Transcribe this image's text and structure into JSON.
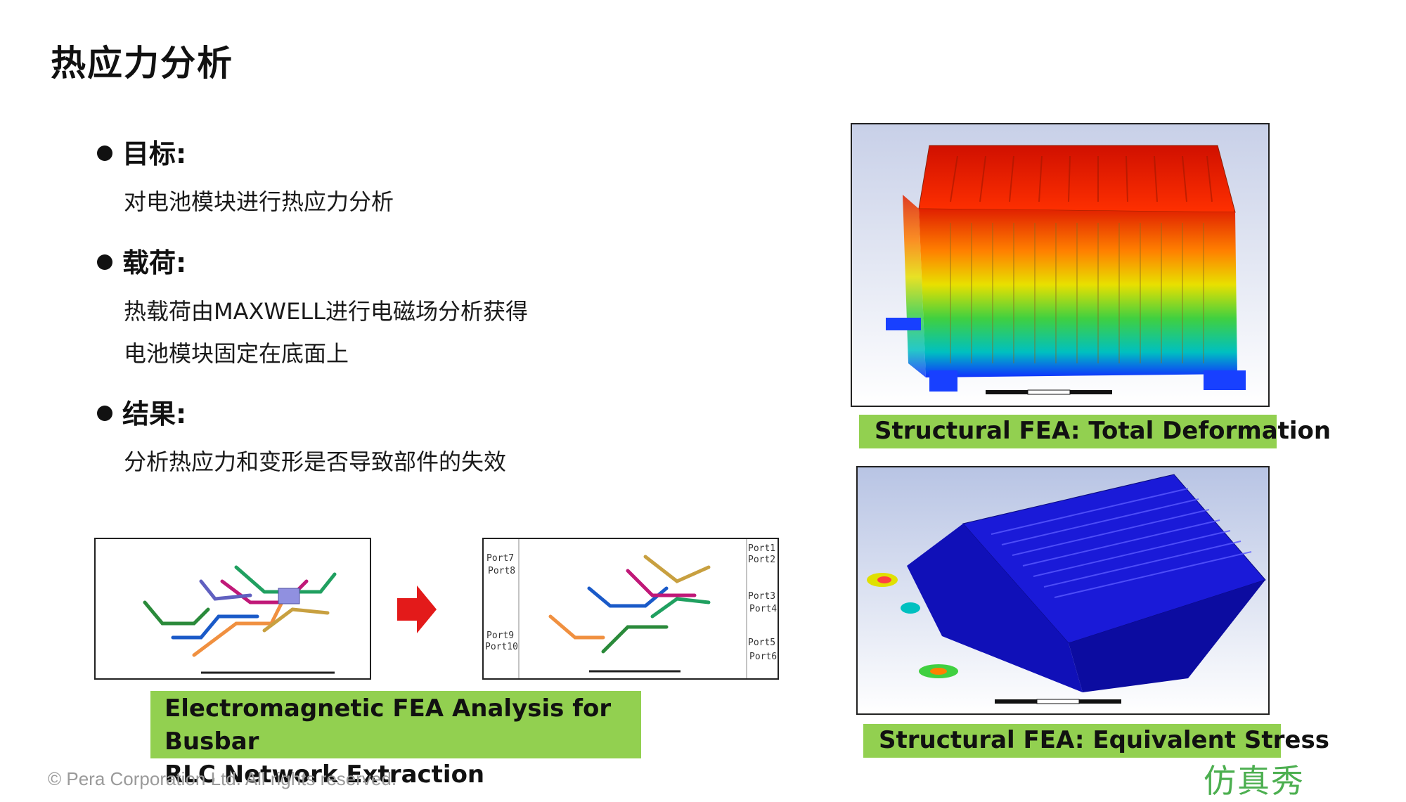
{
  "title": "热应力分析",
  "sections": [
    {
      "heading": "目标:",
      "lines": [
        "对电池模块进行热应力分析"
      ]
    },
    {
      "heading": "载荷:",
      "lines": [
        "热载荷由MAXWELL进行电磁场分析获得",
        "电池模块固定在底面上"
      ]
    },
    {
      "heading": "结果:",
      "lines": [
        "分析热应力和变形是否导致部件的失效"
      ]
    }
  ],
  "captions": {
    "deformation": "Structural FEA: Total Deformation",
    "stress": "Structural FEA: Equivalent Stress",
    "em_line1": "Electromagnetic FEA Analysis for Busbar",
    "em_line2": "RLC Network Extraction"
  },
  "ports": {
    "left": [
      "Port7",
      "Port8",
      "Port9",
      "Port10"
    ],
    "right": [
      "Port1",
      "Port2",
      "Port3",
      "Port4",
      "Port5",
      "Port6"
    ]
  },
  "footer": "© Pera Corporation Ltd. All rights reserved.",
  "logo": "仿真秀",
  "colors": {
    "caption_bg": "#92d050",
    "arrow": "#e31a1a"
  }
}
